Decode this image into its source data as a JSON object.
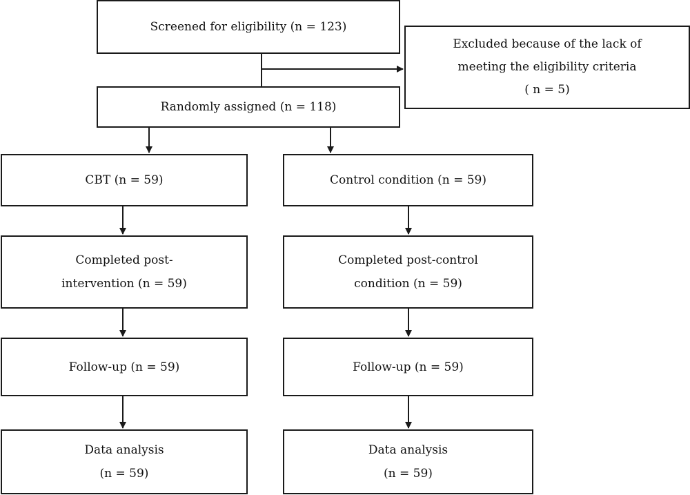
{
  "screening": {
    "label": "Screened for eligibility (n = 123)"
  },
  "excluded": {
    "line1": "Excluded because of the lack of",
    "line2": "meeting the eligibility criteria",
    "line3": "( n = 5)"
  },
  "randomized": {
    "label": "Randomly assigned (n = 118)"
  },
  "cbt_arm": {
    "allocation": "CBT (n = 59)",
    "post_line1": "Completed post-",
    "post_line2": "intervention (n = 59)",
    "followup": "Follow-up (n = 59)",
    "analysis_line1": "Data analysis",
    "analysis_line2": "(n = 59)"
  },
  "control_arm": {
    "allocation": "Control condition (n = 59)",
    "post_line1": "Completed post-control",
    "post_line2": "condition (n = 59)",
    "followup": "Follow-up (n = 59)",
    "analysis_line1": "Data analysis",
    "analysis_line2": "(n = 59)"
  }
}
